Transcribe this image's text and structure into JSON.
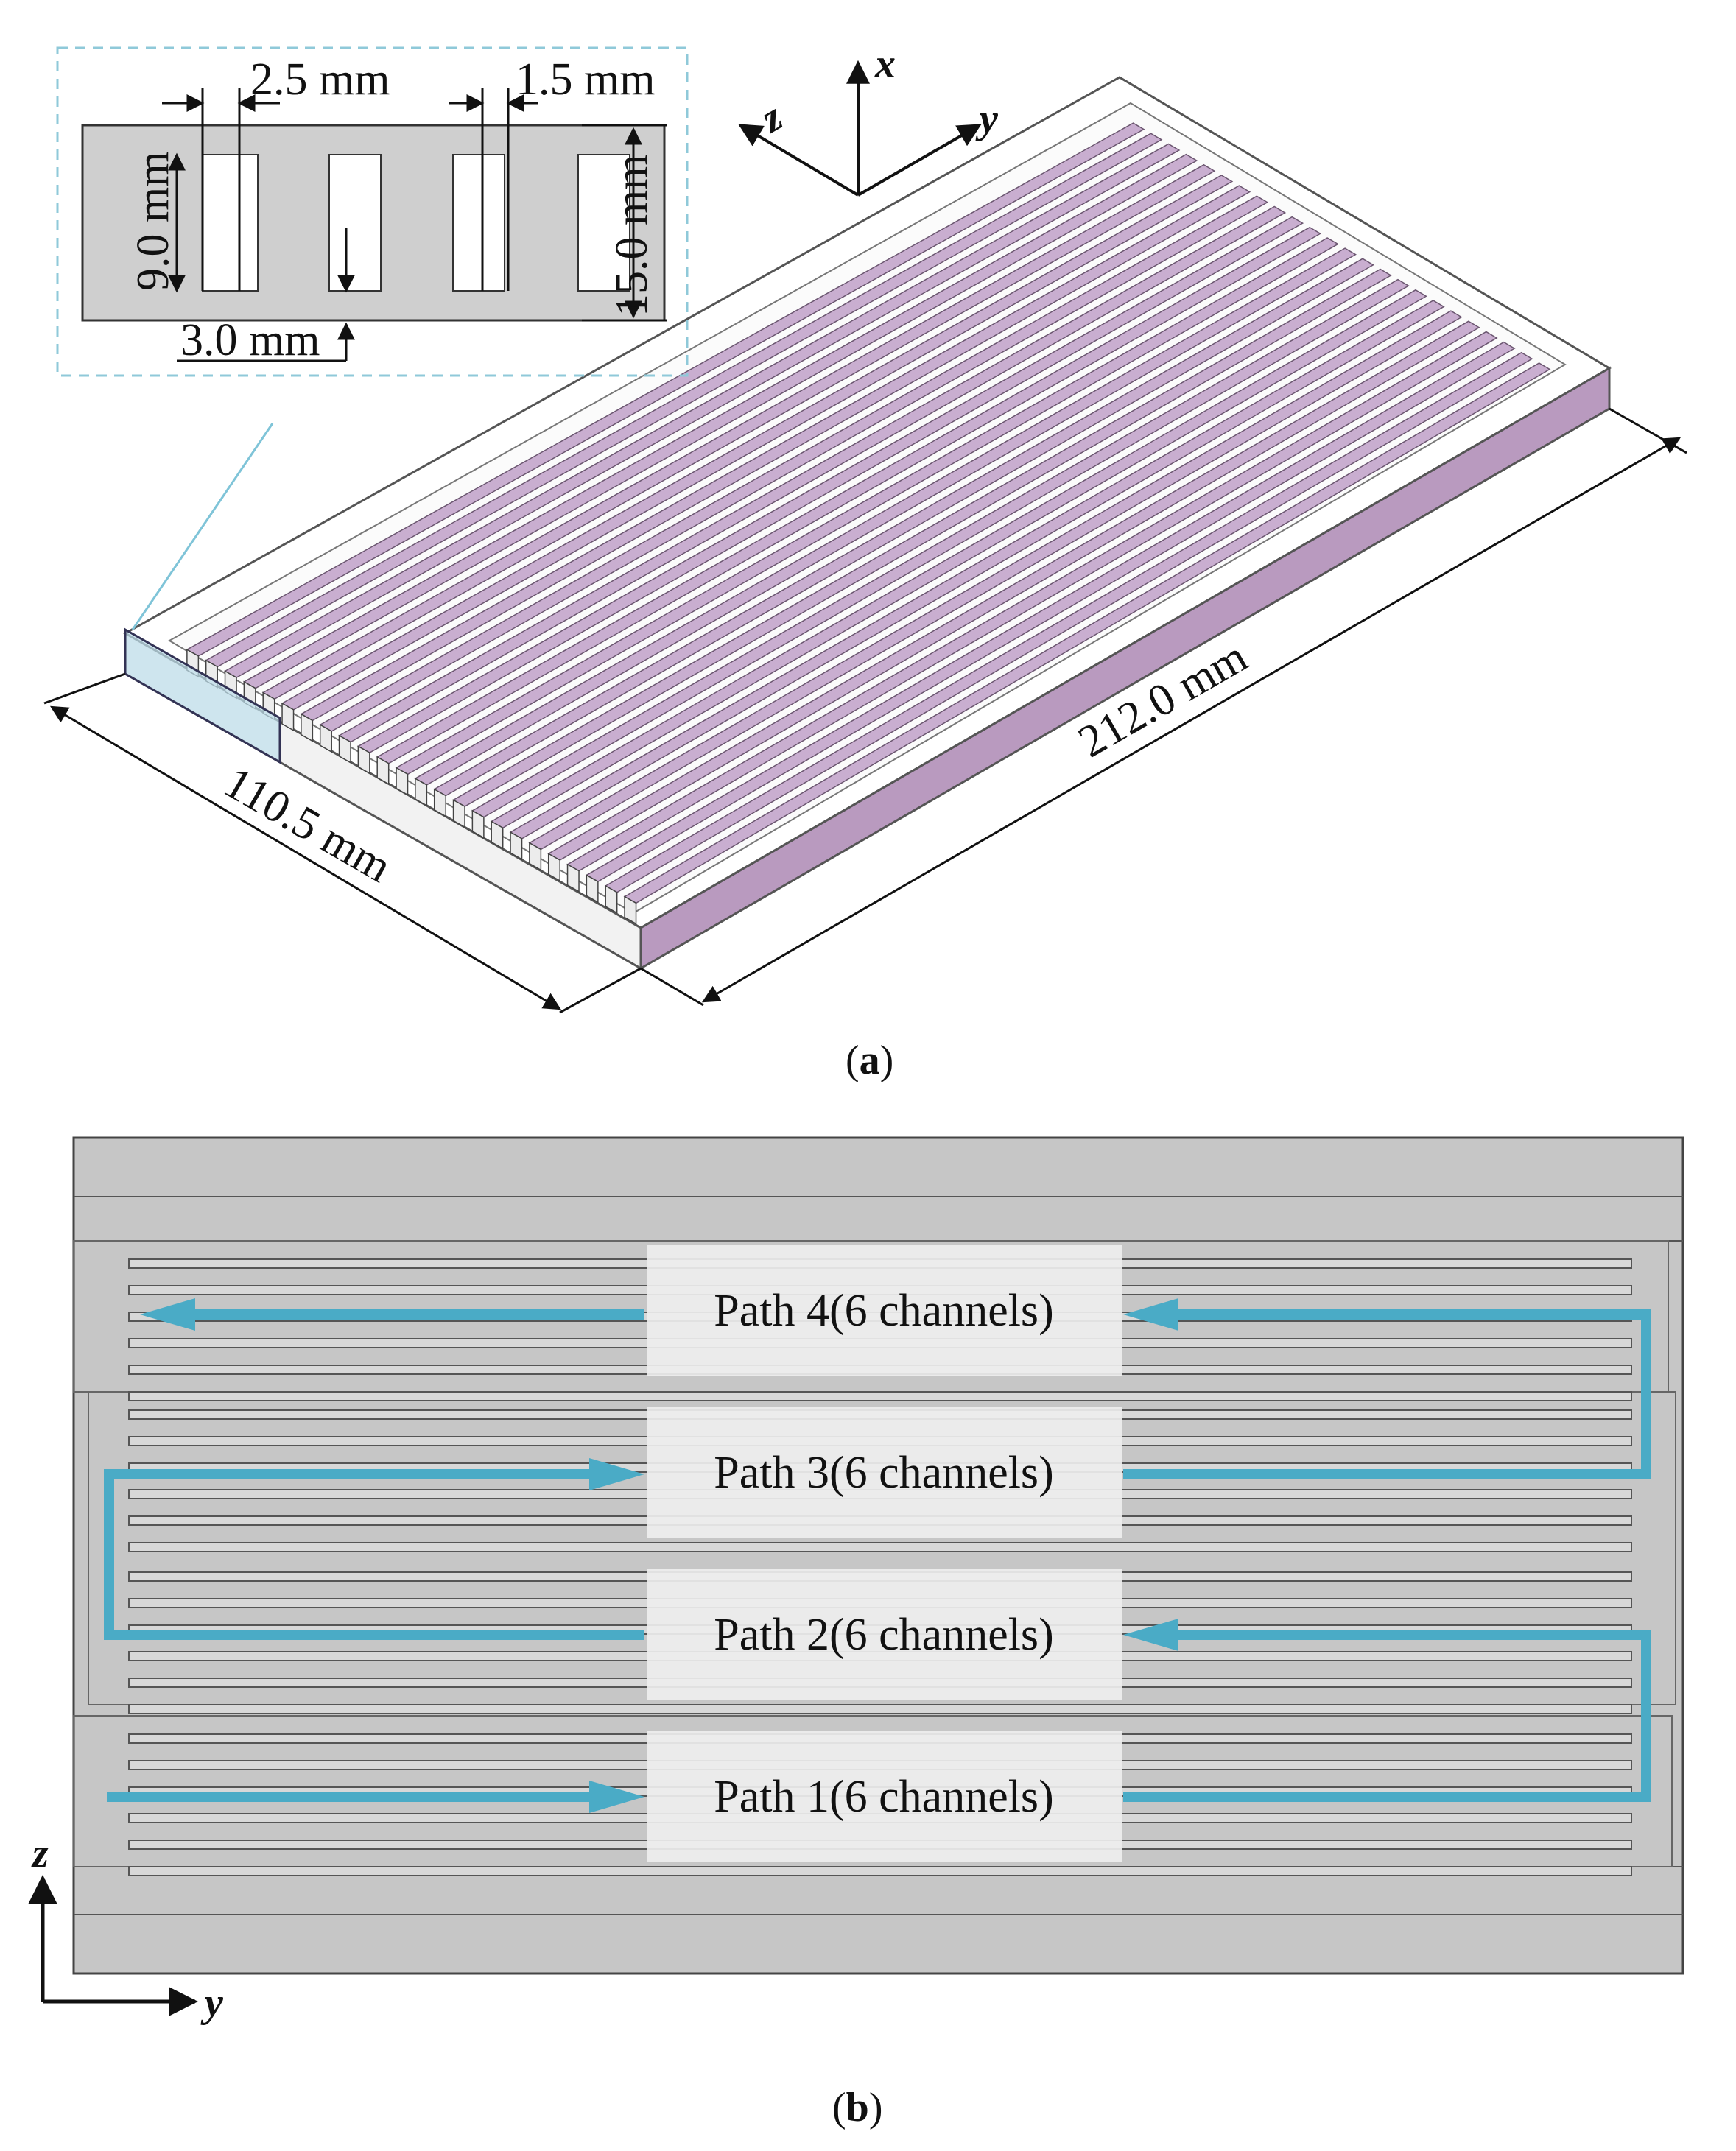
{
  "panel_a": {
    "caption_letter": "a",
    "axes": {
      "x": "x",
      "y": "y",
      "z": "z"
    },
    "inset": {
      "dim_width_channel": "2.5 mm",
      "dim_width_rib": "1.5 mm",
      "dim_channel_height": "9.0 mm",
      "dim_total_height": "15.0 mm",
      "dim_base": "3.0 mm"
    },
    "dim_width": "110.5 mm",
    "dim_length": "212.0 mm",
    "colors": {
      "plate_top": "#c9aed0",
      "plate_side": "#b99abf",
      "frame": "#ffffff",
      "inset_bg": "#cfcfcf"
    }
  },
  "panel_b": {
    "caption_letter": "b",
    "axes": {
      "z": "z",
      "y": "y"
    },
    "paths": [
      {
        "label": "Path 4(6 channels)",
        "direction": "left"
      },
      {
        "label": "Path 3(6 channels)",
        "direction": "right"
      },
      {
        "label": "Path 2(6 channels)",
        "direction": "left"
      },
      {
        "label": "Path 1(6 channels)",
        "direction": "right"
      }
    ],
    "channels_per_path": 6,
    "colors": {
      "plate": "#c6c6c6",
      "arrow": "#4aabc6",
      "label_box": "#eeeeee"
    }
  }
}
